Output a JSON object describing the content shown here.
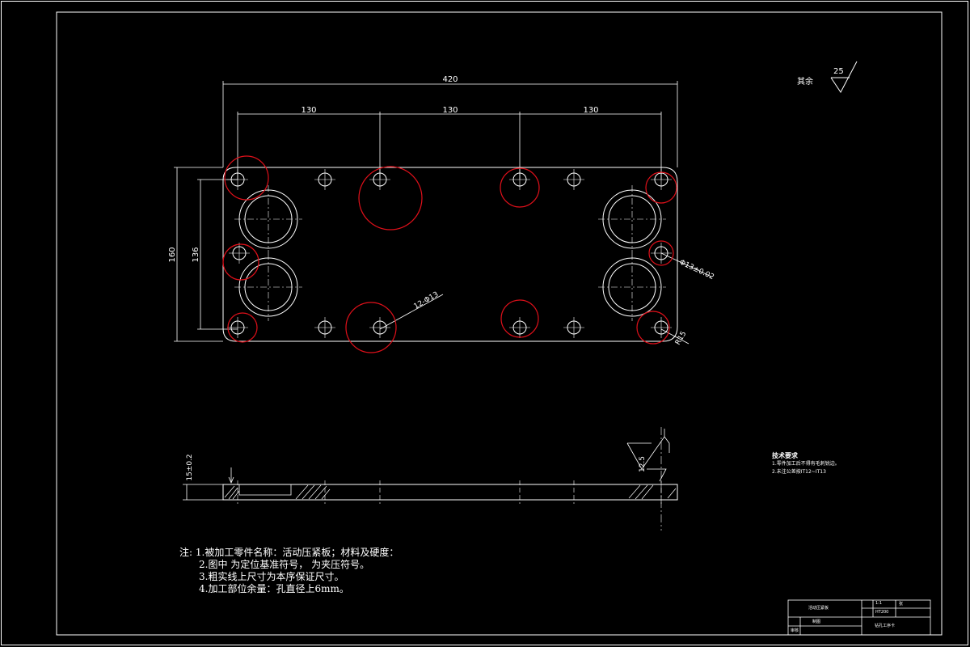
{
  "dimensions": {
    "overall_length": "420",
    "spacing_1": "130",
    "spacing_2": "130",
    "spacing_3": "130",
    "height_outer": "160",
    "height_inner": "136",
    "hole_pattern": "12-Φ13",
    "bore_tolerance": "Φ13±0.02",
    "corner_radius": "R15",
    "thickness": "15±0.2",
    "roughness_local": "12.5"
  },
  "roughness_general": {
    "label": "其余",
    "value": "25"
  },
  "technical_requirements": {
    "title": "技术要求",
    "lines": [
      "1.零件加工后不得有毛刺锐边。",
      "2.未注公差按IT12~IT13"
    ]
  },
  "notes": {
    "prefix": "注:",
    "lines": [
      "1.被加工零件名称：活动压紧板；材料及硬度：",
      "2.图中  为定位基准符号，  为夹压符号。",
      "3.粗实线上尺寸为本序保证尺寸。",
      "4.加工部位余量：孔直径上6mm。"
    ]
  },
  "title_block": {
    "part_name": "活动压紧板",
    "ratio": "1:1",
    "sheet": "张",
    "material": "HT200",
    "drawn": "制图",
    "checked": "审核",
    "process": "钻孔工序卡"
  }
}
